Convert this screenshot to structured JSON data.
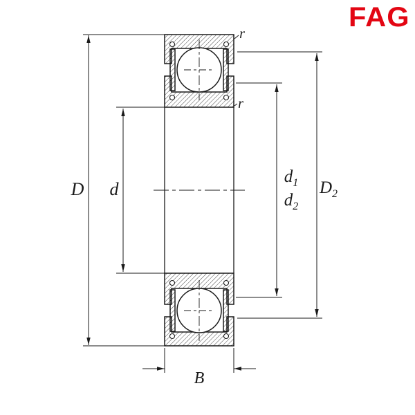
{
  "logo": {
    "text": "FAG",
    "color": "#E30613"
  },
  "drawing": {
    "line_color": "#1A1A1A",
    "background": "#FFFFFF"
  },
  "dimensions": {
    "outer_diameter": {
      "label": "D"
    },
    "bore_diameter": {
      "label": "d"
    },
    "diameter_d1": {
      "label": "d",
      "sub": "1"
    },
    "diameter_d2": {
      "label": "d",
      "sub": "2"
    },
    "diameter_D2": {
      "label": "D",
      "sub": "2"
    },
    "width": {
      "label": "B"
    },
    "chamfer_top": {
      "label": "r"
    },
    "chamfer_bottom": {
      "label": "r"
    }
  }
}
